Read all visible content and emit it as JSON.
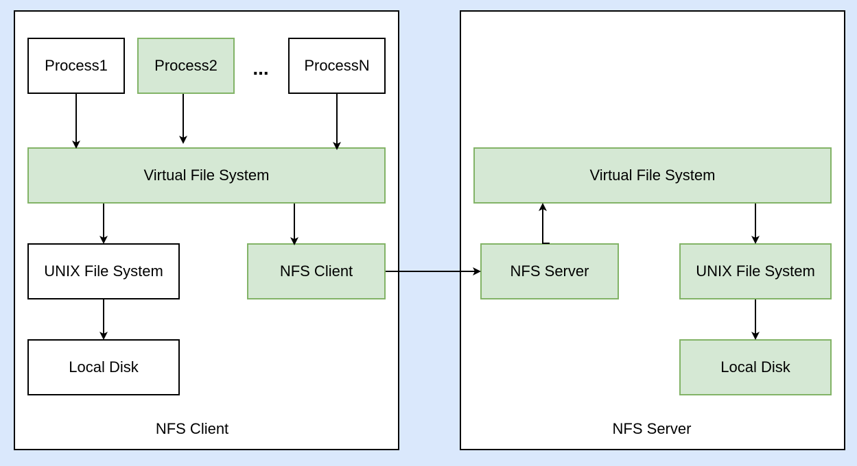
{
  "client": {
    "caption": "NFS Client",
    "processes": [
      "Process1",
      "Process2",
      "ProcessN"
    ],
    "ellipsis": "...",
    "vfs": "Virtual File System",
    "unix_fs": "UNIX File System",
    "local_disk": "Local Disk",
    "nfs_client": "NFS Client"
  },
  "server": {
    "caption": "NFS Server",
    "vfs": "Virtual File System",
    "nfs_server": "NFS Server",
    "unix_fs": "UNIX File System",
    "local_disk": "Local Disk"
  },
  "colors": {
    "background": "#dae8fc",
    "node_fill_green": "#d5e8d4",
    "node_stroke_green": "#82b366",
    "node_fill_white": "#ffffff",
    "stroke": "#000000"
  }
}
